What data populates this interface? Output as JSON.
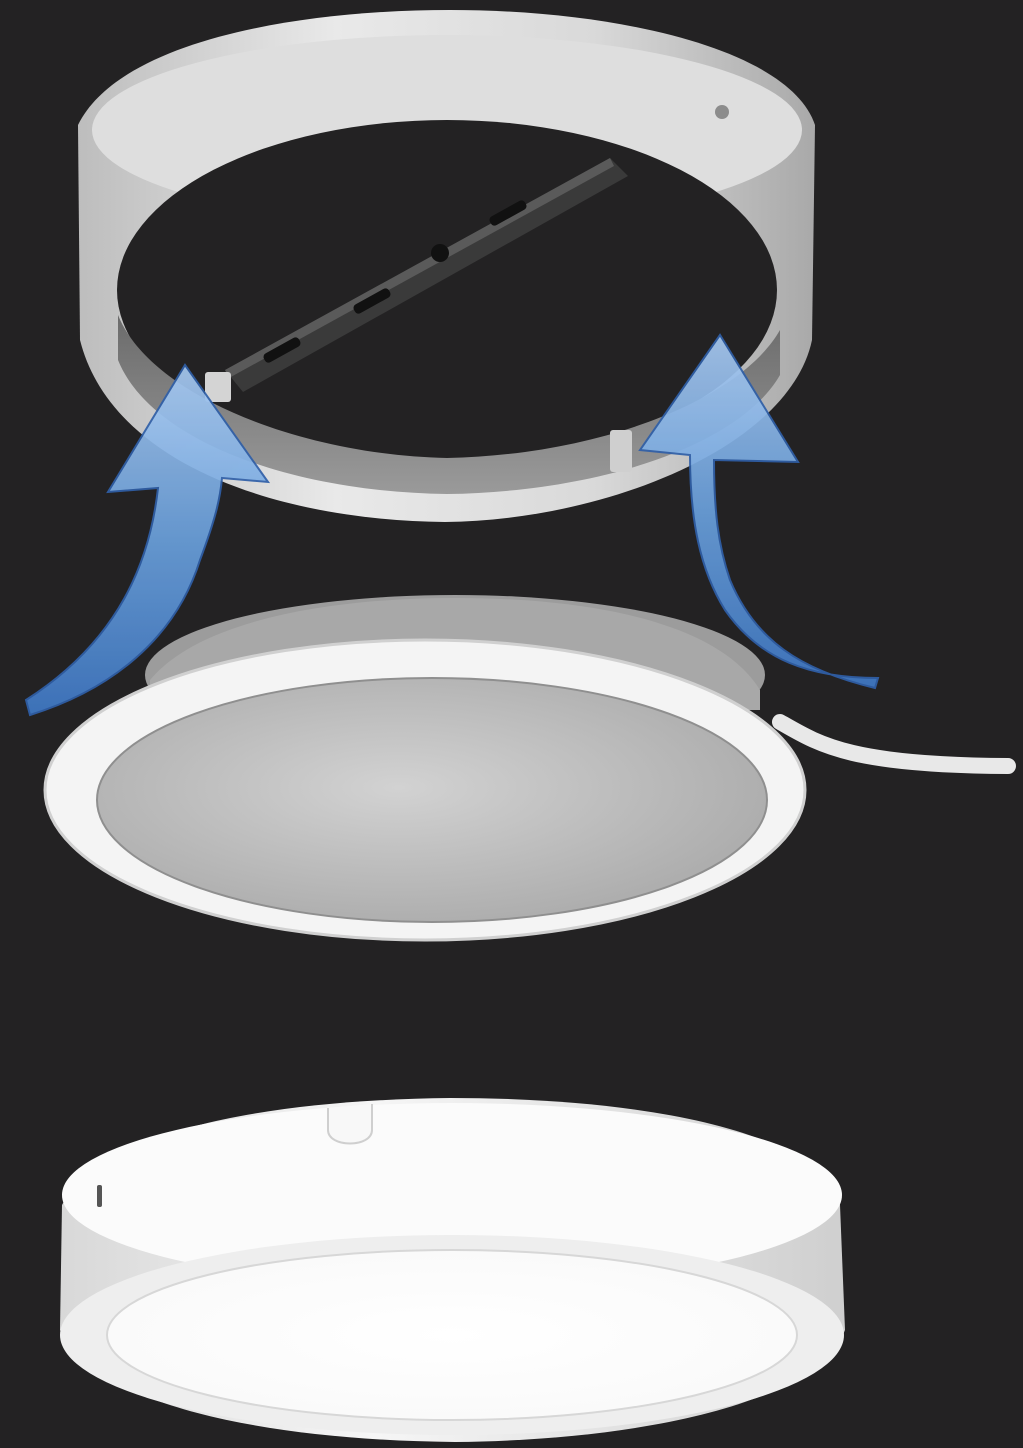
{
  "image": {
    "background_color": "#232223",
    "components": [
      {
        "name": "mounting-frame",
        "material_color": "#e6e6e6"
      },
      {
        "name": "downlight-panel",
        "material_color": "#f4f4f4",
        "diffuser_color": "#bdbdbd"
      },
      {
        "name": "assembled-fixture",
        "material_color": "#f2f2f2",
        "lens_color": "#ffffff"
      }
    ],
    "arrows": [
      {
        "name": "left-arrow",
        "color": "#6aa0dc",
        "direction": "up"
      },
      {
        "name": "right-arrow",
        "color": "#6aa0dc",
        "direction": "up"
      }
    ]
  }
}
